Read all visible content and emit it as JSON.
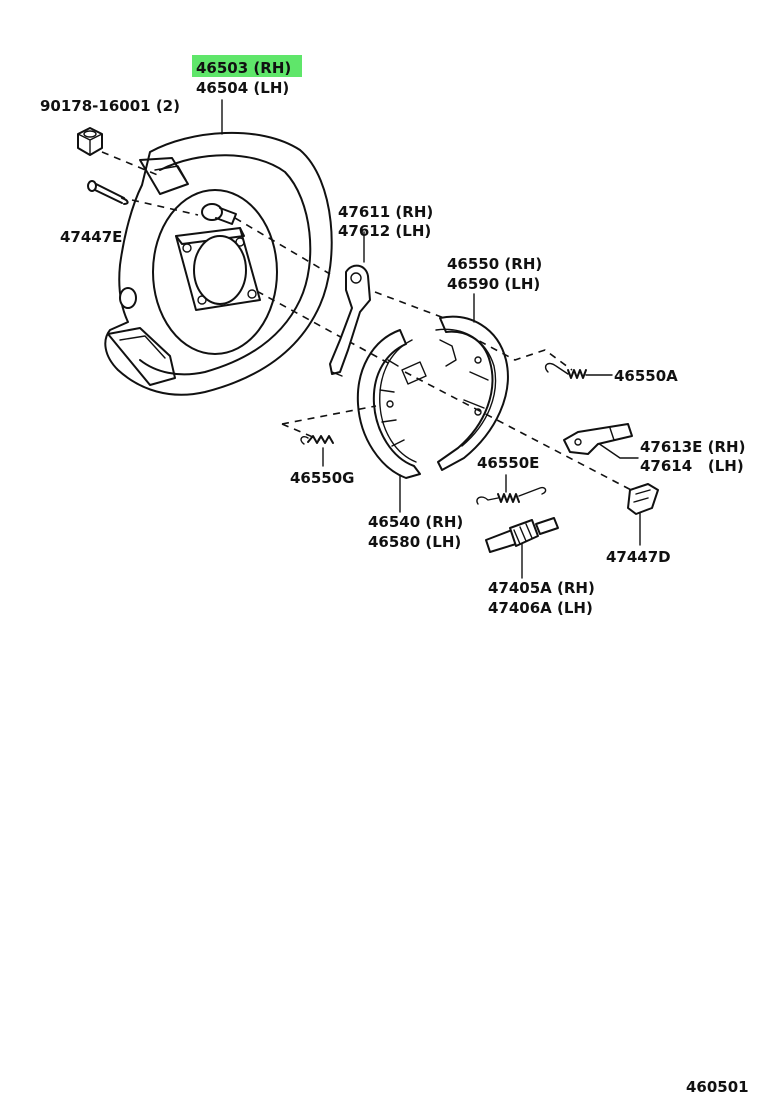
{
  "colors": {
    "highlight": "#5fe66a",
    "ink": "#111111",
    "background": "#ffffff"
  },
  "labels": {
    "backing_plate_rh": "46503 (RH)",
    "backing_plate_lh": "46504 (LH)",
    "nut": "90178-16001 (2)",
    "bolt": "47447E",
    "lever_rh": "47611 (RH)",
    "lever_lh": "47612 (LH)",
    "shoe_front_rh": "46550 (RH)",
    "shoe_front_lh": "46590 (LH)",
    "spring_a": "46550A",
    "adjuster_lever_rh": "47613E (RH)",
    "adjuster_lever_lh": "47614   (LH)",
    "spring_g": "46550G",
    "spring_e": "46550E",
    "shoe_rear_rh": "46540 (RH)",
    "shoe_rear_lh": "46580 (LH)",
    "clip": "47447D",
    "adjuster_rh": "47405A (RH)",
    "adjuster_lh": "47406A (LH)",
    "diagram_code": "460501"
  }
}
